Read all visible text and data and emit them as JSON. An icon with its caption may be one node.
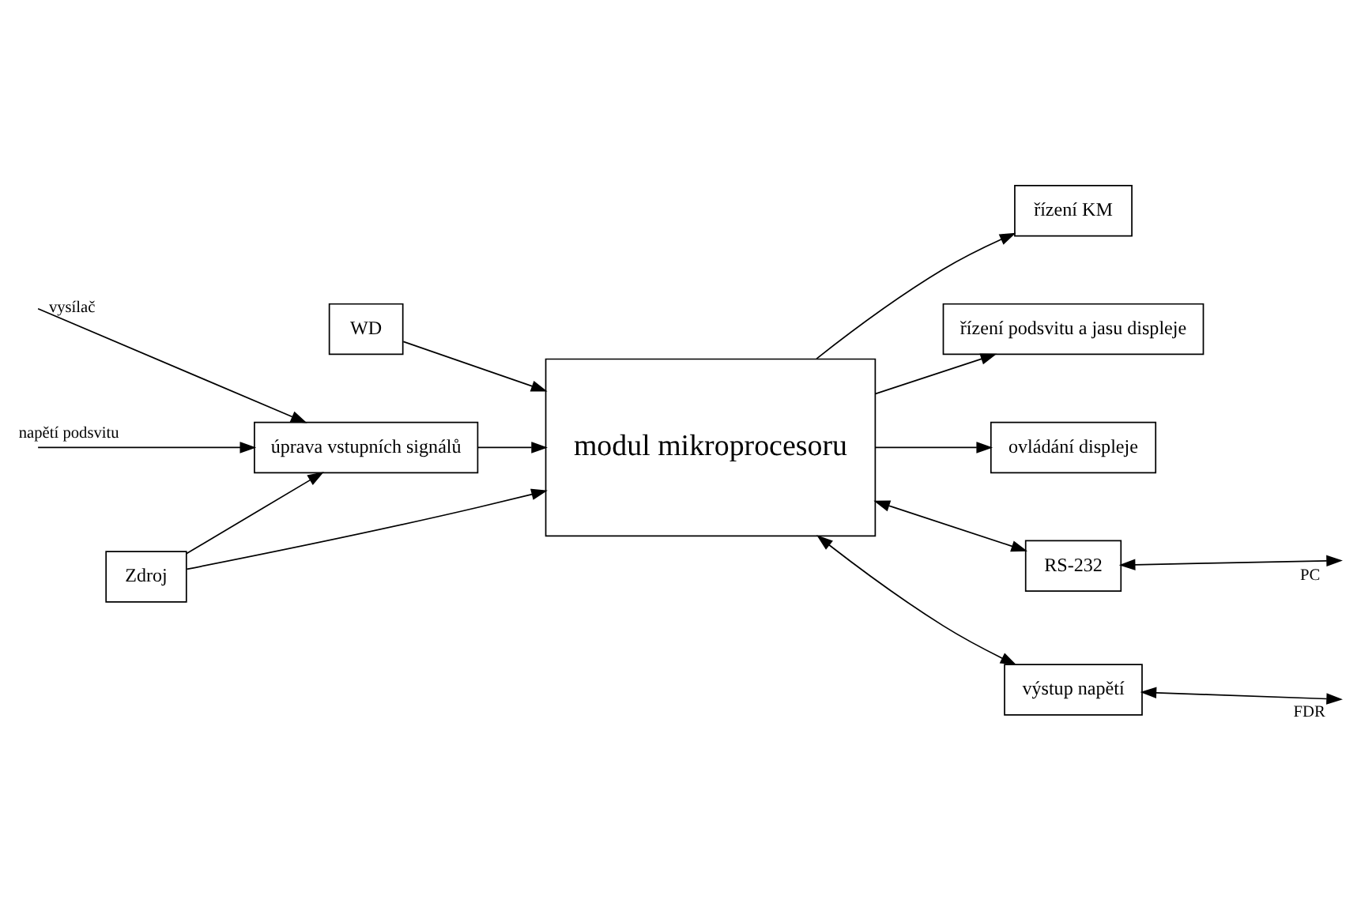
{
  "diagram": {
    "nodes": [
      {
        "text": [
          "úprava vstupních signálů"
        ]
      },
      {
        "text": [
          "modul mikroprocesoru"
        ]
      },
      {
        "text": [
          "řízení KM"
        ]
      },
      {
        "text": [
          "řízení podsvitu a jasu displeje"
        ]
      },
      {
        "text": [
          "ovládání displeje"
        ]
      },
      {
        "text": [
          "WD"
        ]
      },
      {
        "text": [
          "Zdroj"
        ]
      },
      {
        "text": [
          "RS-232"
        ]
      },
      {
        "text": [
          "výstup napětí"
        ]
      }
    ],
    "edges": [
      {
        "from": null,
        "to": 0,
        "arrow": "to",
        "label": "vysílač"
      },
      {
        "from": null,
        "to": 0,
        "arrow": "to",
        "label": "napětí podsvitu"
      },
      {
        "from": 0,
        "to": 1,
        "arrow": "to"
      },
      {
        "from": 1,
        "to": 2,
        "arrow": "to"
      },
      {
        "from": 1,
        "to": 3,
        "arrow": "to"
      },
      {
        "from": 1,
        "to": 4,
        "arrow": "to"
      },
      {
        "from": 6,
        "to": 0,
        "arrow": "to"
      },
      {
        "from": 6,
        "to": 1,
        "arrow": "to"
      },
      {
        "from": 5,
        "to": 1,
        "arrow": "to"
      },
      {
        "from": 1,
        "to": 8,
        "arrow": "both"
      },
      {
        "from": 1,
        "to": 7,
        "arrow": "both"
      },
      {
        "from": 7,
        "to": null,
        "arrow": "both",
        "label": "PC"
      },
      {
        "from": 8,
        "to": null,
        "arrow": "both",
        "label": "FDR"
      }
    ]
  }
}
